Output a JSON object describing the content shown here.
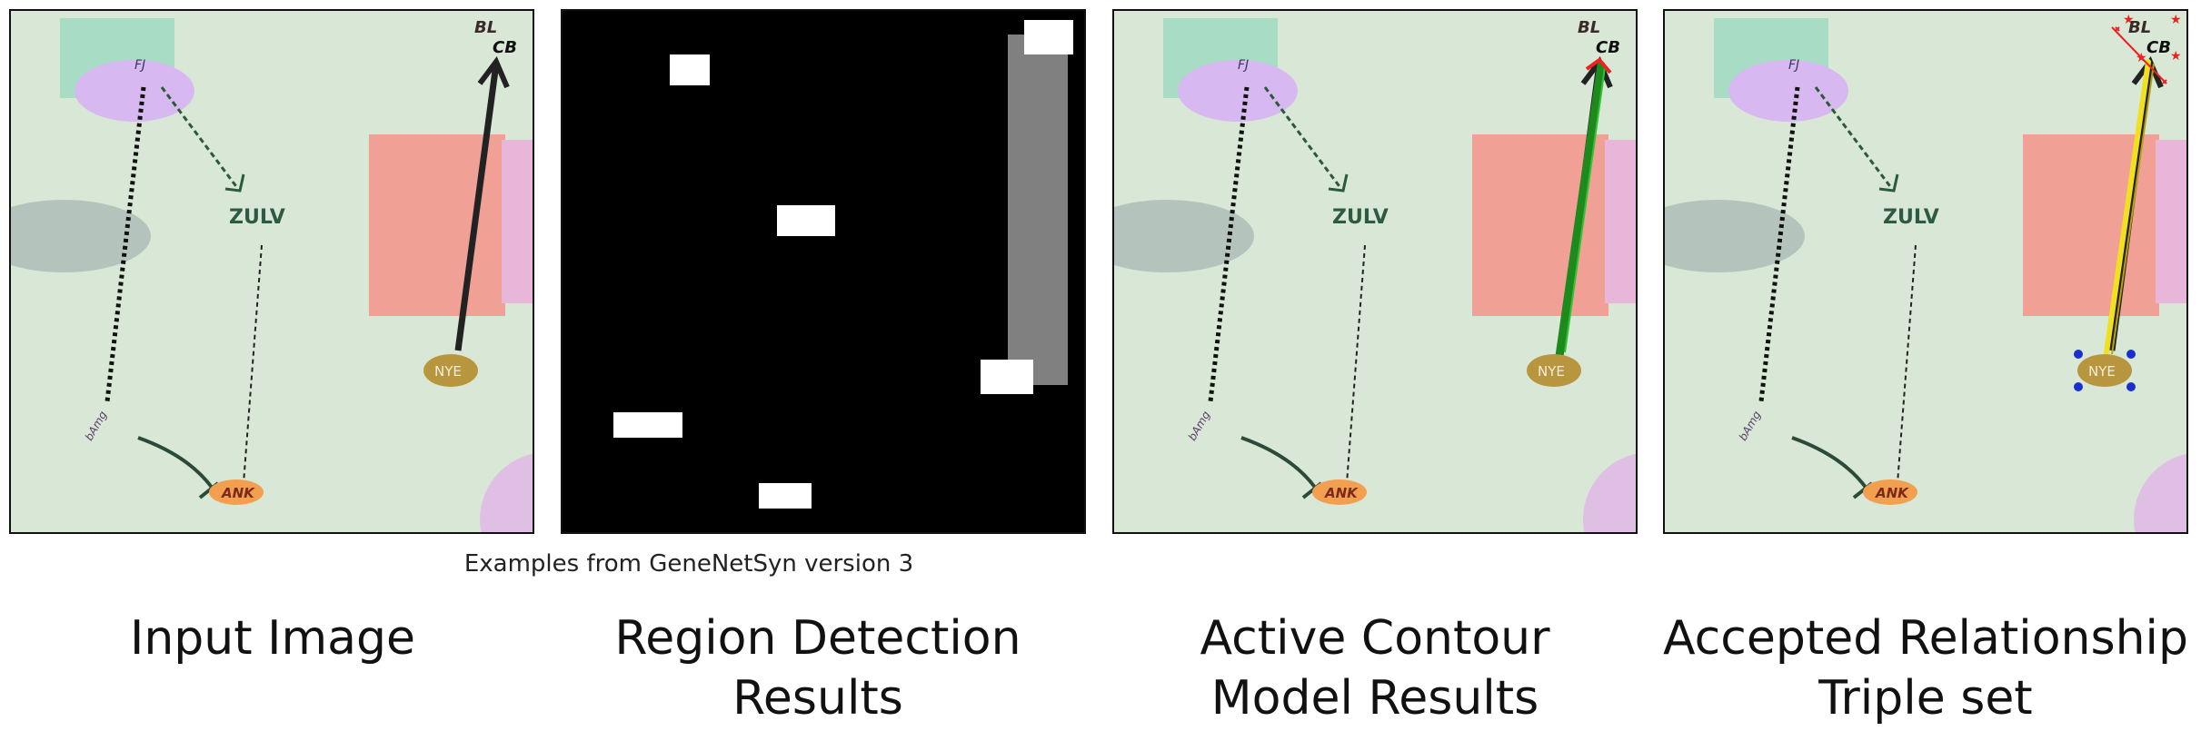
{
  "caption": "Examples from GeneNetSyn version 3",
  "panels": [
    {
      "label_line1": "Input Image",
      "label_line2": ""
    },
    {
      "label_line1": "Region Detection",
      "label_line2": "Results"
    },
    {
      "label_line1": "Active Contour",
      "label_line2": "Model Results"
    },
    {
      "label_line1": "Accepted Relationship",
      "label_line2": "Triple set"
    }
  ],
  "genes": {
    "bl": "BL",
    "cb": "CB",
    "fj": "FJ",
    "zulv": "ZULV",
    "nye": "NYE",
    "bamg": "bAmg",
    "ank": "ANK"
  },
  "colors": {
    "background": "#d9e8d6",
    "teal_block": "#a8dcc4",
    "purple_oval": "#d7b8f0",
    "gray_oval": "#b5c3bd",
    "salmon_block": "#f0a095",
    "pink_block": "#e8b6d8",
    "nye_oval": "#b8963f",
    "ank_oval": "#f2a050",
    "contour_green": "#1e8a1e",
    "triple_yellow": "#f0e020",
    "keypoint_red": "#ee2020",
    "keypoint_blue": "#1a2fd0"
  }
}
